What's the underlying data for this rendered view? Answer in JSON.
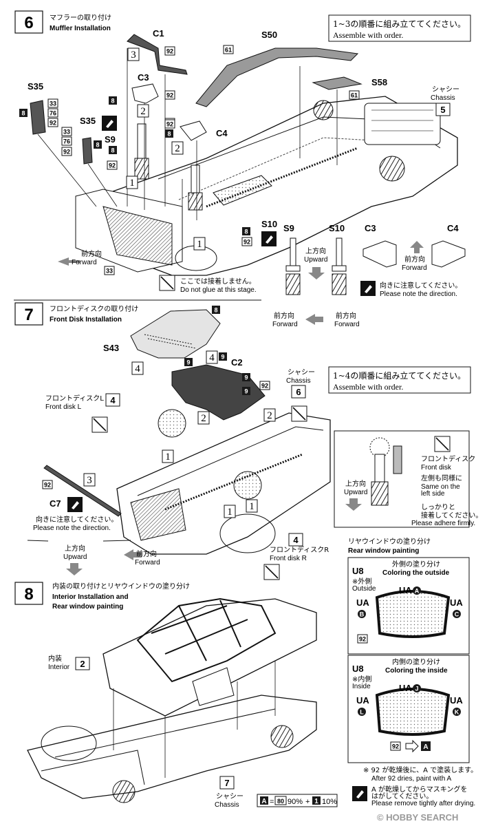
{
  "steps": [
    {
      "number": "6",
      "title_jp": "マフラーの取り付け",
      "title_en": "Muffler Installation",
      "order_note_jp": "1~3の順番に組み立ててください。",
      "order_note_en": "Assemble with order.",
      "parts": [
        "C1",
        "S50",
        "C3",
        "S58",
        "S35",
        "S35",
        "S9",
        "C4",
        "S10"
      ],
      "small_parts": [
        "92",
        "92",
        "8",
        "92",
        "33",
        "76",
        "8",
        "92",
        "33",
        "76",
        "8",
        "92",
        "8",
        "8",
        "92",
        "92",
        "61",
        "61",
        "8",
        "92",
        "33"
      ],
      "order_markers": [
        "1",
        "2",
        "3",
        "1",
        "2",
        "1"
      ],
      "chassis_label_jp": "シャシー",
      "chassis_label_en": "Chassis",
      "chassis_number": "5",
      "forward_jp": "前方向",
      "forward_en": "Forward",
      "no_glue_jp": "ここでは接着しません。",
      "no_glue_en": "Do not glue at this stage.",
      "detail_labels": [
        "S9",
        "S10",
        "C3",
        "C4"
      ],
      "upward_jp": "上方向",
      "upward_en": "Upward",
      "forward2_jp": "前方向",
      "forward2_en": "Forward",
      "direction_note_jp": "向きに注意してください。",
      "direction_note_en": "Please note the direction.",
      "forward3_jp": "前方向",
      "forward3_en": "Forward",
      "forward4_jp": "前方向",
      "forward4_en": "Forward"
    },
    {
      "number": "7",
      "title_jp": "フロントディスクの取り付け",
      "title_en": "Front Disk Installation",
      "order_note_jp": "1~4の順番に組み立ててください。",
      "order_note_en": "Assemble with order.",
      "part_s43": "S43",
      "part_c2": "C2",
      "part_c7": "C7",
      "small_parts": [
        "8",
        "9",
        "9",
        "9",
        "92",
        "9",
        "92"
      ],
      "order_markers": [
        "4",
        "4",
        "2",
        "2",
        "1",
        "3",
        "1",
        "1"
      ],
      "chassis_label_jp": "シャシー",
      "chassis_label_en": "Chassis",
      "chassis_number": "6",
      "disk_l_jp": "フロントディスクL",
      "disk_l_en": "Front disk L",
      "disk_l_number": "4",
      "disk_r_jp": "フロントディスクR",
      "disk_r_en": "Front disk R",
      "disk_r_number": "4",
      "direction_note_jp": "向きに注意してください。",
      "direction_note_en": "Please note the direction.",
      "upward_jp": "上方向",
      "upward_en": "Upward",
      "forward_jp": "前方向",
      "forward_en": "Forward",
      "inset_disk_jp": "フロントディスク",
      "inset_disk_en": "Front disk",
      "inset_same_jp": "左側も同様に",
      "inset_same_en1": "Same on the",
      "inset_same_en2": "left side",
      "inset_upward_jp": "上方向",
      "inset_upward_en": "Upward",
      "inset_adhere_jp1": "しっかりと",
      "inset_adhere_jp2": "接着してください。",
      "inset_adhere_en": "Please adhere firmly."
    },
    {
      "number": "8",
      "title_jp": "内装の取り付けとリヤウインドウの塗り分け",
      "title_en1": "Interior Installation and",
      "title_en2": "Rear window painting",
      "interior_jp": "内装",
      "interior_en": "Interior",
      "interior_number": "2",
      "chassis_jp": "シャシー",
      "chassis_en": "Chassis",
      "chassis_number": "7"
    }
  ],
  "rear_window": {
    "heading_jp": "リヤウインドウの塗り分け",
    "heading_en": "Rear window painting",
    "outside": {
      "title_jp": "外側の塗り分け",
      "title_en": "Coloring the outside",
      "part": "U8",
      "side_jp": "※外側",
      "side_en": "Outside",
      "labels": [
        "UA",
        "A",
        "UA",
        "UA",
        "B",
        "C",
        "92"
      ]
    },
    "inside": {
      "title_jp": "内側の塗り分け",
      "title_en": "Coloring the inside",
      "part": "U8",
      "side_jp": "※内側",
      "side_en": "Inside",
      "labels": [
        "UA",
        "J",
        "UA",
        "UA",
        "L",
        "K",
        "92",
        "A"
      ]
    },
    "note1_jp": "※ 92 が乾燥後に、A で塗装します。",
    "note1_en": "After 92 dries, paint with A",
    "note2_jp1": "A が乾燥してからマスキングを",
    "note2_jp2": "はがしてください。",
    "note2_en": "Please remove tightly after drying."
  },
  "mix": {
    "text_a": "A",
    "eq": "=",
    "code1": "80",
    "pct1": "90%",
    "plus": "+",
    "code2": "1",
    "pct2": "10%"
  },
  "watermark": "© HOBBY SEARCH",
  "colors": {
    "ink": "#111111",
    "gray_fill": "#8a8a8a",
    "light_fill": "#e4e4e4",
    "chip_fill": "#1a1a1a"
  }
}
